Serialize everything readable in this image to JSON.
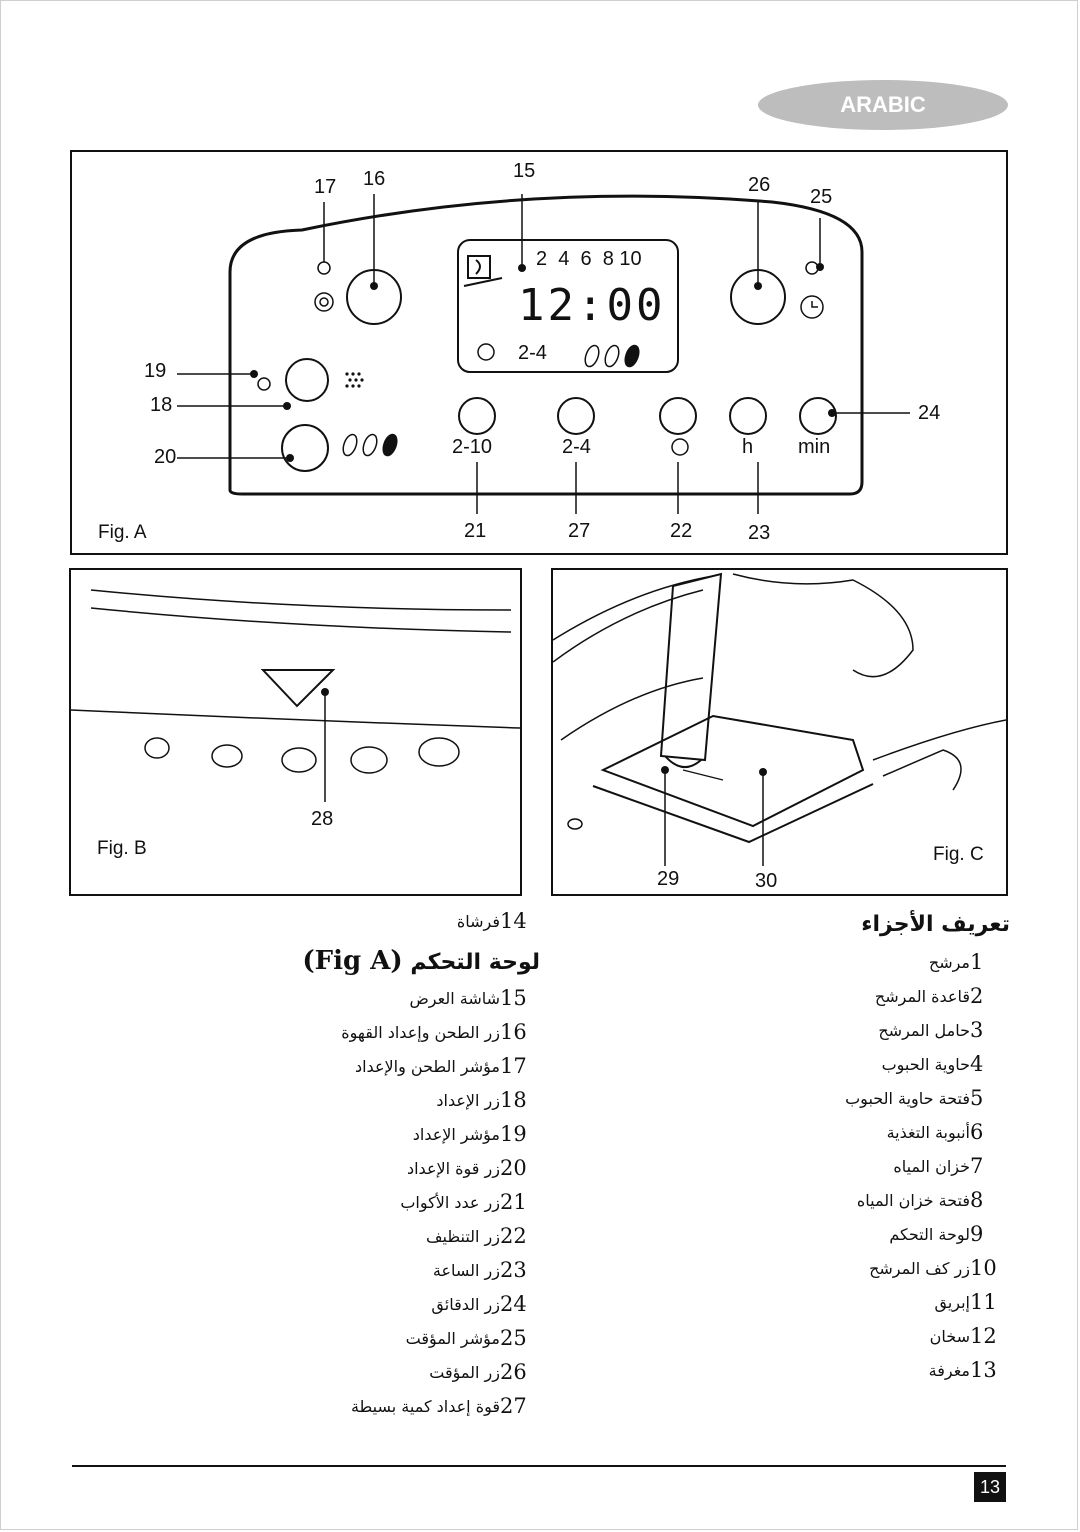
{
  "language_tab": "ARABIC",
  "fig_a": {
    "label": "Fig. A",
    "callouts": {
      "n15": "15",
      "n16": "16",
      "n17": "17",
      "n18": "18",
      "n19": "19",
      "n20": "20",
      "n21": "21",
      "n22": "22",
      "n23": "23",
      "n24": "24",
      "n25": "25",
      "n26": "26",
      "n27": "27"
    },
    "display": {
      "cup_scale": "2  4  6  8 10",
      "clock": "12:00",
      "mode": "2-4"
    },
    "buttons": {
      "cups": "2-10",
      "small": "2-4",
      "hour": "h",
      "minute": "min"
    }
  },
  "fig_b": {
    "label": "Fig. B",
    "callout": "28"
  },
  "fig_c": {
    "label": "Fig. C",
    "callout_a": "29",
    "callout_b": "30"
  },
  "parts_heading": "تعريف الأجزاء",
  "parts": [
    {
      "n": "1",
      "label": "مرشح"
    },
    {
      "n": "2",
      "label": "قاعدة المرشح"
    },
    {
      "n": "3",
      "label": "حامل المرشح"
    },
    {
      "n": "4",
      "label": "حاوية الحبوب"
    },
    {
      "n": "5",
      "label": "فتحة حاوية الحبوب"
    },
    {
      "n": "6",
      "label": "أنبوبة التغذية"
    },
    {
      "n": "7",
      "label": "خزان المياه"
    },
    {
      "n": "8",
      "label": "فتحة خزان المياه"
    },
    {
      "n": "9",
      "label": "لوحة التحكم"
    },
    {
      "n": "10",
      "label": "زر كف المرشح"
    },
    {
      "n": "11",
      "label": "إبريق"
    },
    {
      "n": "12",
      "label": "سخان"
    },
    {
      "n": "13",
      "label": "مغرفة"
    }
  ],
  "item14": {
    "n": "14",
    "label": "فرشاة"
  },
  "panel_heading": "لوحة التحكم",
  "panel_heading_latin": "(Fig A)",
  "panel_items": [
    {
      "n": "15",
      "label": "شاشة العرض"
    },
    {
      "n": "16",
      "label": "زر الطحن وإعداد القهوة"
    },
    {
      "n": "17",
      "label": "مؤشر الطحن والإعداد"
    },
    {
      "n": "18",
      "label": "زر الإعداد"
    },
    {
      "n": "19",
      "label": "مؤشر الإعداد"
    },
    {
      "n": "20",
      "label": "زر قوة الإعداد"
    },
    {
      "n": "21",
      "label": "زر عدد الأكواب"
    },
    {
      "n": "22",
      "label": "زر التنظيف"
    },
    {
      "n": "23",
      "label": "زر الساعة"
    },
    {
      "n": "24",
      "label": "زر الدقائق"
    },
    {
      "n": "25",
      "label": "مؤشر المؤقت"
    },
    {
      "n": "26",
      "label": "زر المؤقت"
    },
    {
      "n": "27",
      "label": "قوة إعداد كمية بسيطة"
    }
  ],
  "page_number": "13"
}
